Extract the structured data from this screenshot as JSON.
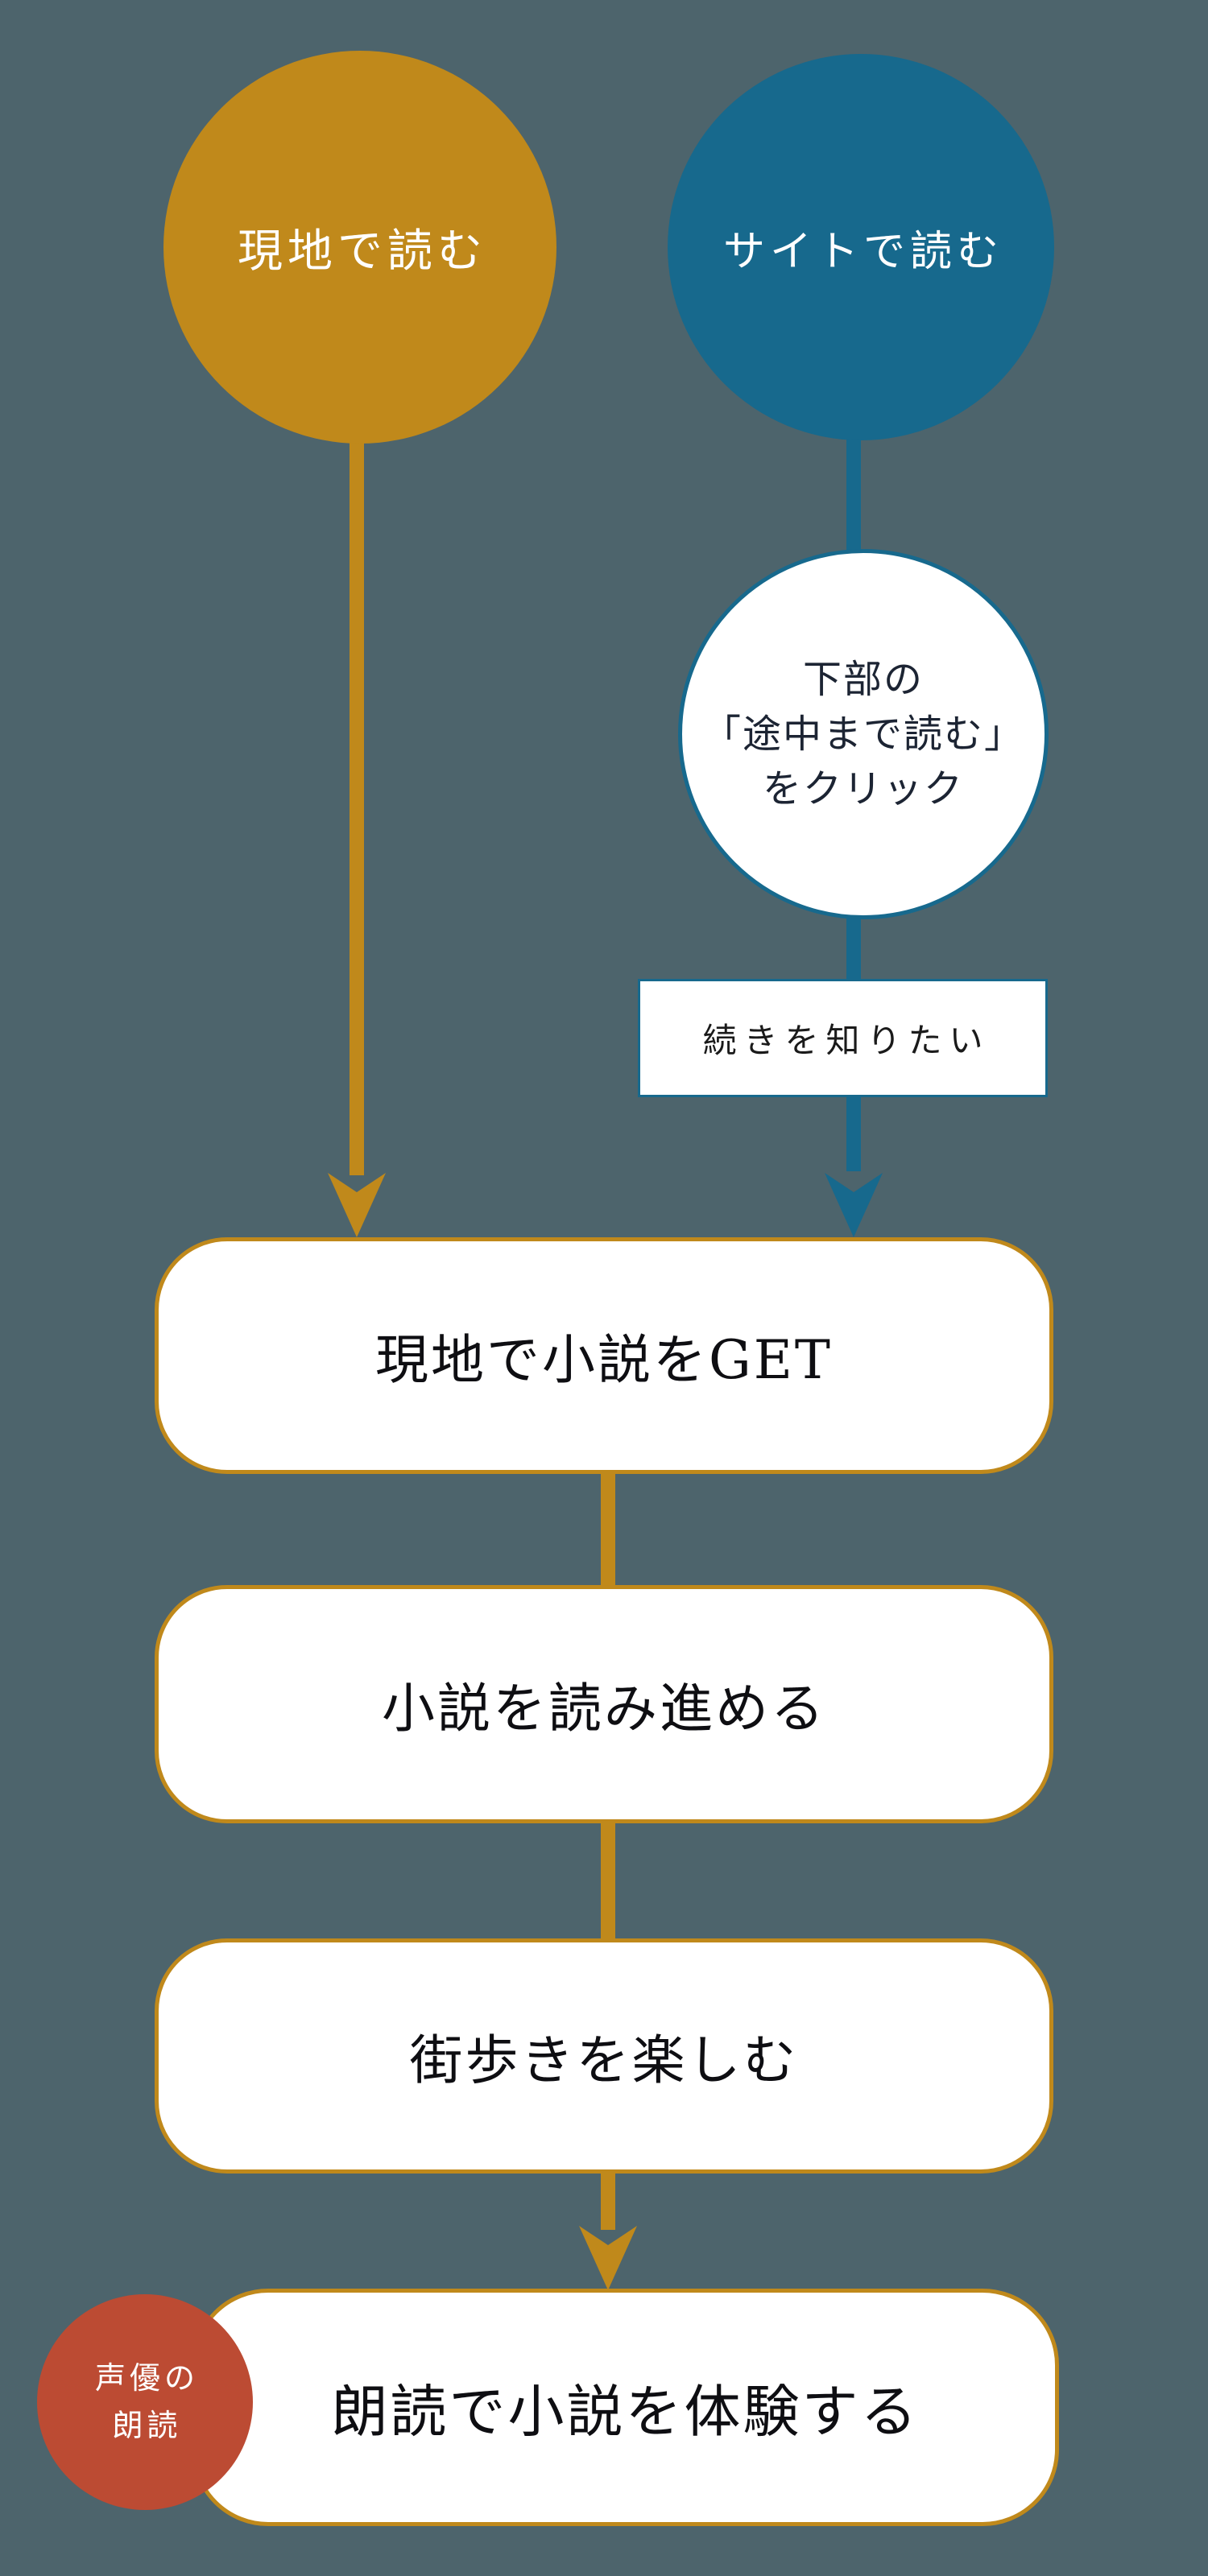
{
  "palette": {
    "background": "#4d646c",
    "gold": "#c0891b",
    "teal": "#17698d",
    "red": "#bc4b33",
    "node_fill": "#ffffff",
    "dark_text": "#1c2433",
    "step_text": "#0e0e12"
  },
  "nodes": {
    "onsite": {
      "label": "現地で読む"
    },
    "website": {
      "label": "サイトで読む"
    },
    "instruction": {
      "lines": [
        "下部の",
        "「途中まで読む」",
        "をクリック"
      ]
    },
    "condition": {
      "label": "続きを知りたい"
    },
    "steps": [
      {
        "label": "現地で小説をGET"
      },
      {
        "label": "小説を読み進める"
      },
      {
        "label": "街歩きを楽しむ"
      },
      {
        "label": "朗読で小説を体験する"
      }
    ],
    "badge": {
      "lines": [
        "声優の",
        "朗読"
      ]
    }
  }
}
